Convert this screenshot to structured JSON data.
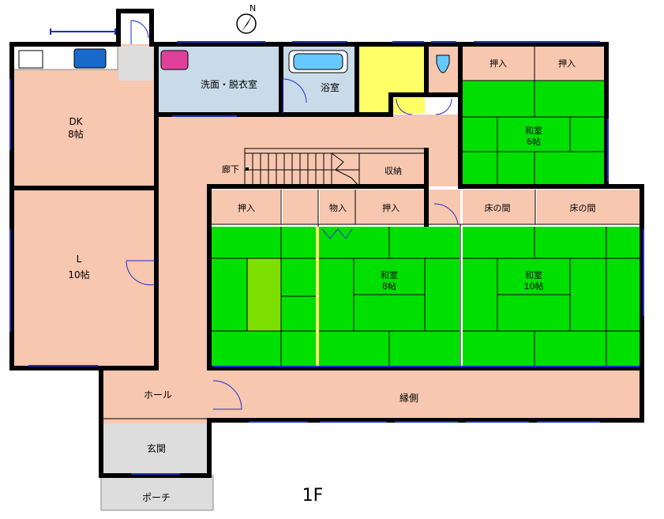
{
  "plan": {
    "floor_label": "1F",
    "compass_label": "N",
    "colors": {
      "room_pink": "#f7c7b0",
      "bath_blue": "#c9dbe9",
      "gray": "#dddddd",
      "toilet_yellow": "#ffff66",
      "tatami_green": "#00e000",
      "tatami_light": "#7ee000",
      "wall": "#000000",
      "window": "#1a2ecc"
    },
    "rooms": {
      "dk_name": "DK",
      "dk_size": "8帖",
      "living_name": "L",
      "living_size": "10帖",
      "washroom": "洗面・脱衣室",
      "bath": "浴室",
      "corridor": "廊下",
      "storage": "収納",
      "closet_1": "押入",
      "closet_2": "押入",
      "closet_3": "押入",
      "closet_4": "押入",
      "utility": "物入",
      "tokonoma_1": "床の間",
      "tokonoma_2": "床の間",
      "washitsu_a_name": "和室",
      "washitsu_a_size": "6帖",
      "washitsu_b_name": "和室",
      "washitsu_b_size": "8帖",
      "washitsu_c_name": "和室",
      "washitsu_c_size": "10帖",
      "engawa": "縁側",
      "hall": "ホール",
      "entrance": "玄関",
      "porch": "ポーチ"
    }
  }
}
